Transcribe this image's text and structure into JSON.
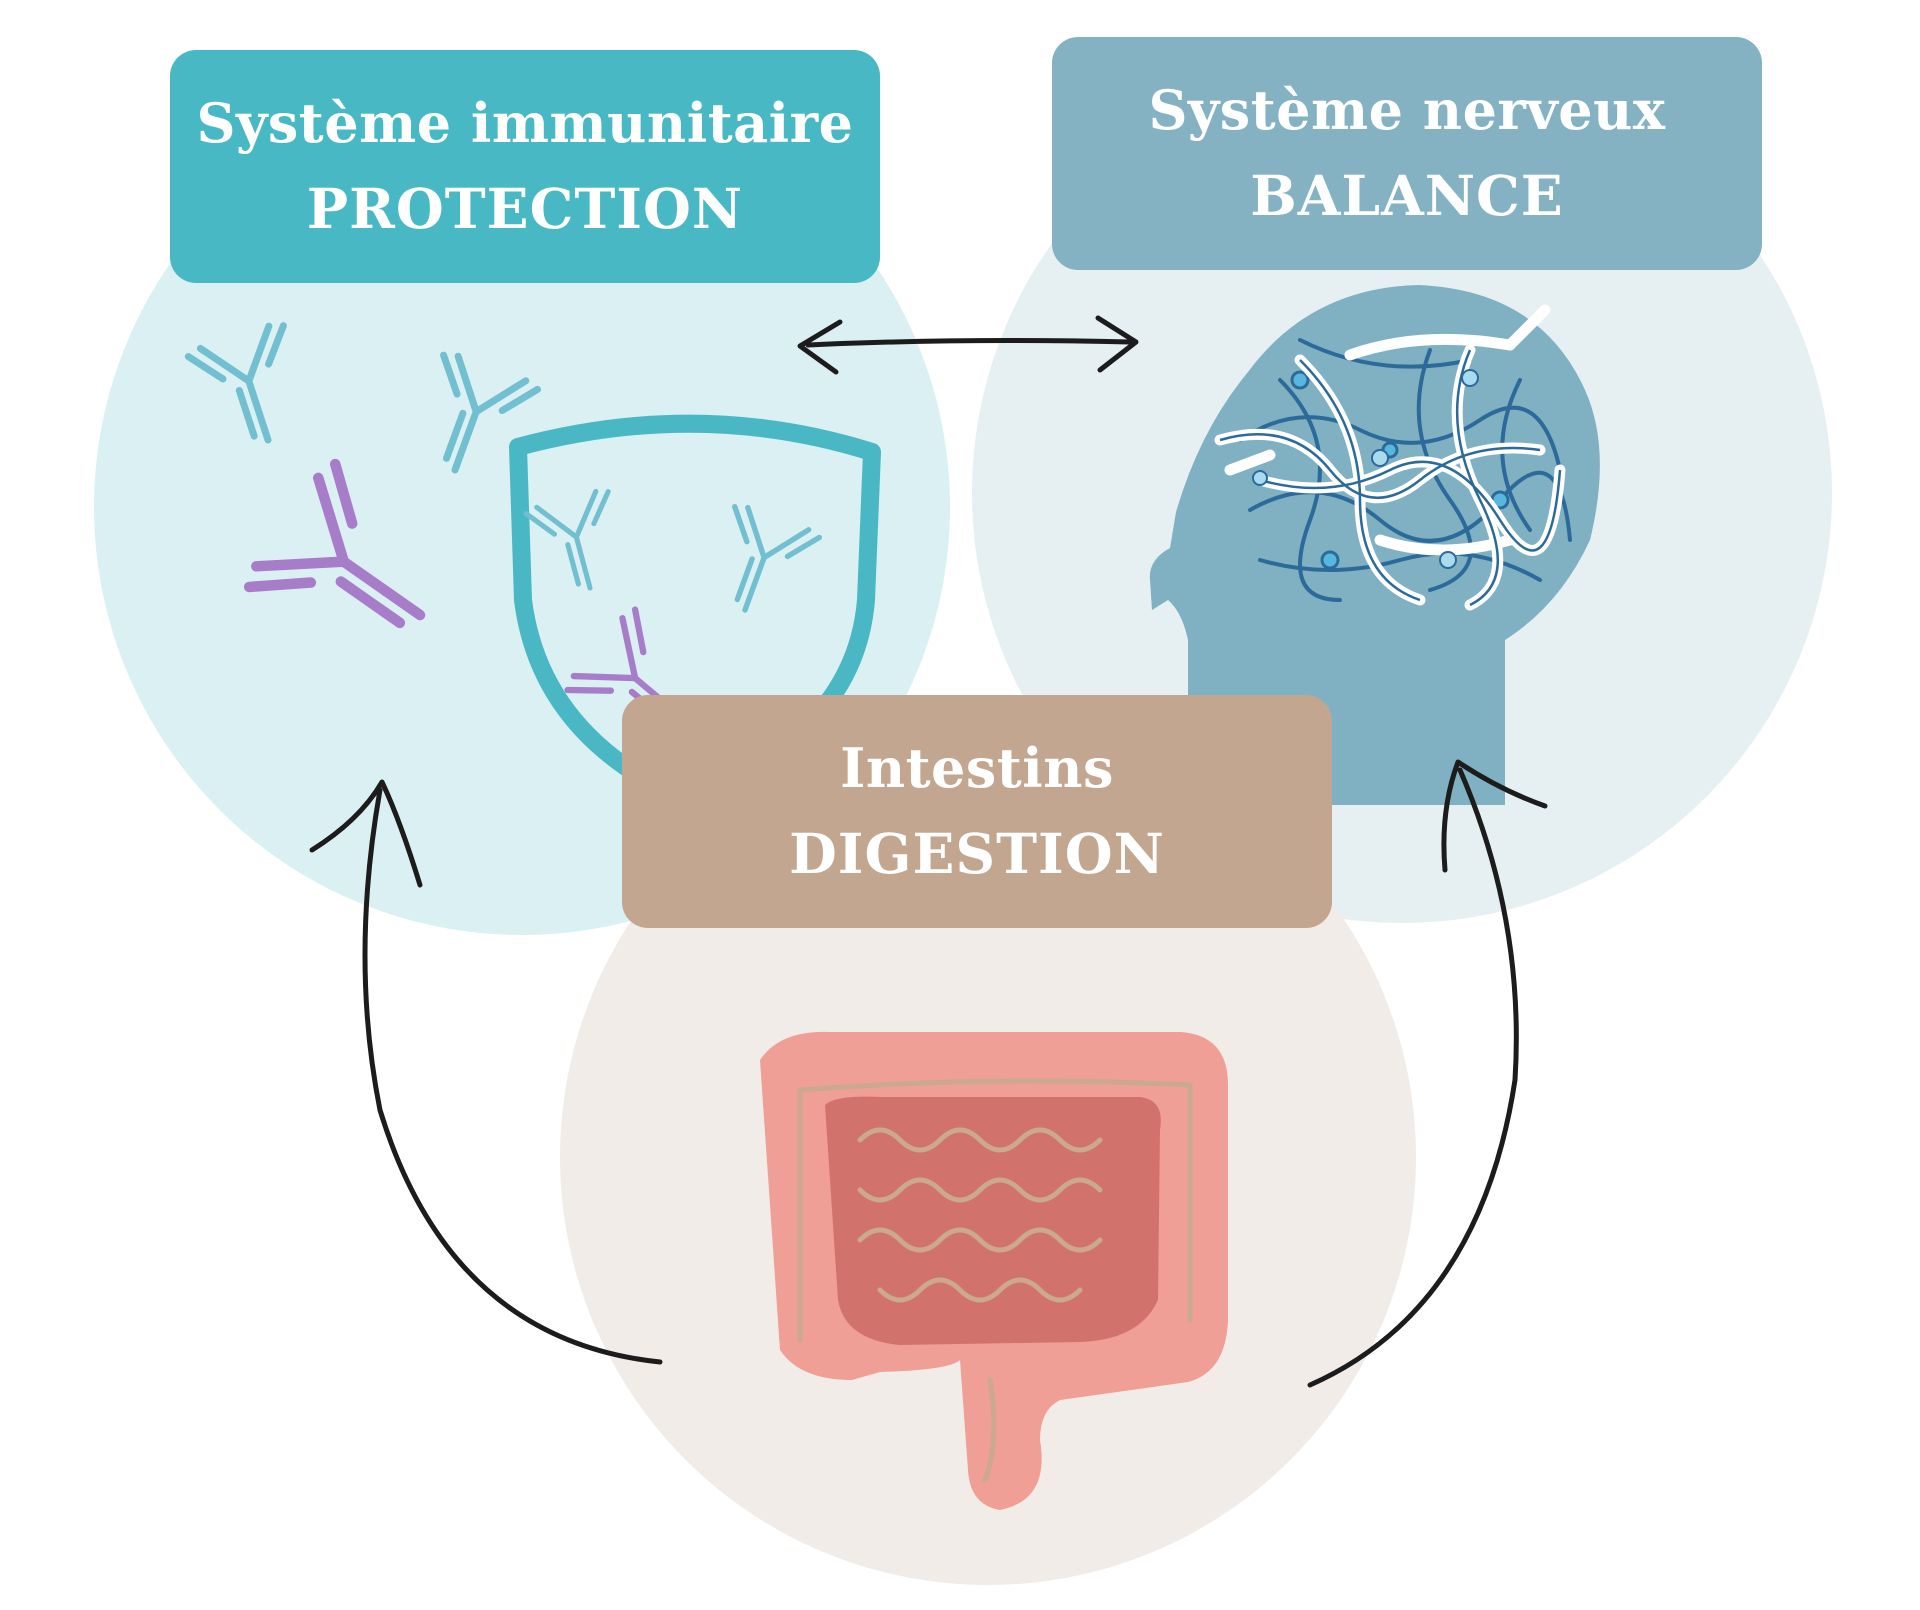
{
  "colors": {
    "immune_circle": "#daf0f3",
    "immune_box": "#49b8c5",
    "nervous_circle": "#e6eff2",
    "nervous_box": "#84b2c3",
    "gut_circle": "#f1ece8",
    "gut_box": "#c2a68f",
    "arrow": "#1c1c1c",
    "intestine_outer": "#ef9f95",
    "intestine_inner": "#d1736c",
    "intestine_lines": "#caa98f",
    "head": "#7fb1c2",
    "neuron_dark": "#2c6a9a",
    "neuron_light": "#ffffff",
    "antibody_blue": "#72bfd0",
    "antibody_purple": "#a77cc9",
    "shield": "#4ab8c4"
  },
  "nodes": {
    "immune": {
      "title": "Système immunitaire",
      "subtitle": "PROTECTION",
      "icon": "antibodies-shield-icon"
    },
    "nervous": {
      "title": "Système nerveux",
      "subtitle": "BALANCE",
      "icon": "head-neurons-icon"
    },
    "gut": {
      "title": "Intestins",
      "subtitle": "DIGESTION",
      "icon": "intestines-icon"
    }
  },
  "arrows": [
    {
      "from": "immune",
      "to": "nervous",
      "style": "double-headed"
    },
    {
      "from": "gut",
      "to": "immune",
      "style": "curved"
    },
    {
      "from": "gut",
      "to": "nervous",
      "style": "curved"
    }
  ]
}
